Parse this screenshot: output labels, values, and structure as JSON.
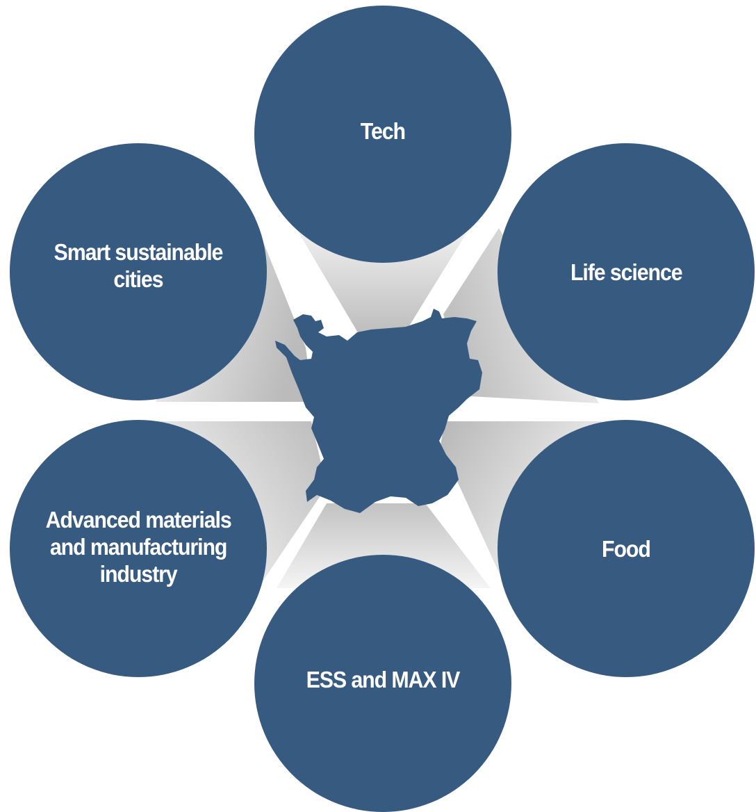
{
  "colors": {
    "circle_fill": "#375a80",
    "map_fill": "#375a80",
    "beam_light": "#f2f2f2",
    "beam_dark": "#b9b9b9",
    "label_text": "#ffffff"
  },
  "hub": {
    "icon": "region-map-icon"
  },
  "areas": [
    {
      "id": "tech",
      "label": "Tech"
    },
    {
      "id": "life",
      "label": "Life science"
    },
    {
      "id": "food",
      "label": "Food"
    },
    {
      "id": "ess",
      "label": "ESS and MAX IV"
    },
    {
      "id": "adv",
      "label": "Advanced materials\nand manufacturing\nindustry"
    },
    {
      "id": "smart",
      "label": "Smart sustainable\ncities"
    }
  ]
}
